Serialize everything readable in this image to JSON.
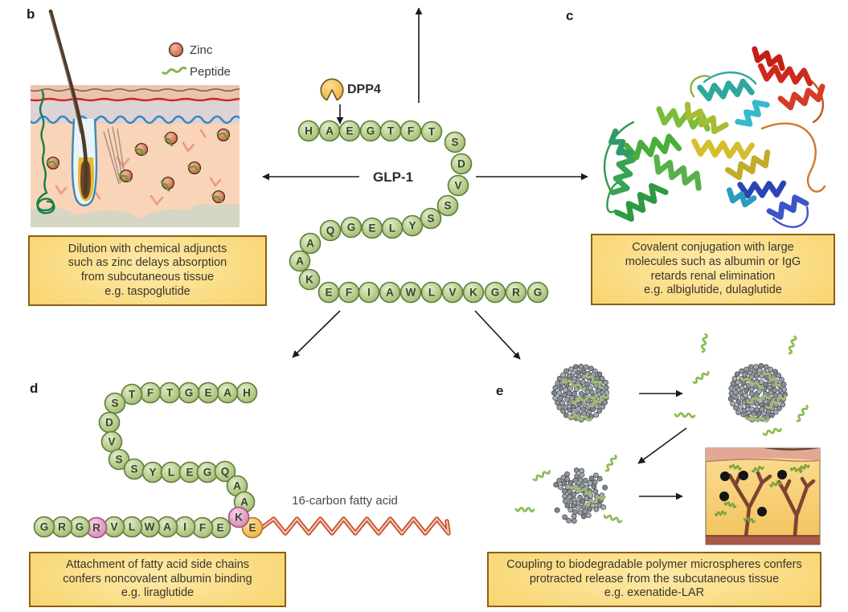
{
  "figure": {
    "panels": {
      "b": {
        "letter": "b",
        "legend": [
          {
            "icon": "zinc-particle-icon",
            "label": "Zinc"
          },
          {
            "icon": "peptide-squiggle-icon",
            "label": "Peptide"
          }
        ],
        "caption_lines": [
          "Dilution with chemical adjuncts",
          "such as zinc delays absorption",
          "from subcutaneous tissue",
          "e.g. taspoglutide"
        ]
      },
      "c": {
        "letter": "c",
        "caption_lines": [
          "Covalent conjugation with large",
          "molecules such as albumin or IgG",
          "retards renal elimination",
          "e.g. albiglutide, dulaglutide"
        ]
      },
      "d": {
        "letter": "d",
        "sequence": "HAEGTFTSDVSSYLEGQAAKEFIAWLVRGRG",
        "pink_positions": [
          19,
          27
        ],
        "spacer_residue": "E",
        "fatty_acid_label": "16-carbon fatty acid",
        "caption_lines": [
          "Attachment of fatty acid side chains",
          "confers noncovalent albumin binding",
          "e.g. liraglutide"
        ]
      },
      "e": {
        "letter": "e",
        "caption_lines": [
          "Coupling to biodegradable polymer microspheres confers",
          "protracted release from the subcutaneous tissue",
          "e.g. exenatide-LAR"
        ]
      }
    },
    "center": {
      "label": "GLP-1",
      "enzyme_label": "DPP4",
      "sequence": "HAEGTFTSDVSSYLEGQAAKEFIAWLVKGRG"
    }
  },
  "colors": {
    "bead_green": "#b7cc8d",
    "bead_pink": "#e5a4c7",
    "bead_orange": "#f5c468",
    "caption_fill": "#f9d573",
    "caption_border": "#8a6014",
    "peptide_green": "#7fb347",
    "zinc_red": "#d47f60",
    "fatty_acid_red": "#c2482a",
    "enzyme_yellow": "#f3c55e",
    "arrow_black": "#1a1a1a",
    "microsphere_gray": "#8a9095"
  }
}
